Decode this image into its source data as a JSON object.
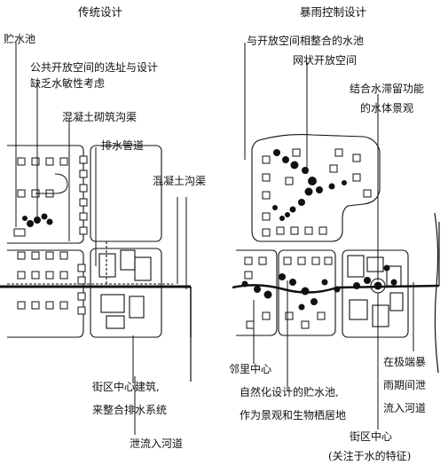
{
  "titles": {
    "left": "传统设计",
    "right": "暴雨控制设计"
  },
  "left_labels": {
    "retention_pond": "贮水池",
    "public_space_line1": "公共开放空间的选址与设计",
    "public_space_line2": "缺乏水敏性考虑",
    "masonry_channel": "混凝土砌筑沟渠",
    "drain_pipe": "排水管道",
    "concrete_channel": "混凝土沟渠",
    "district_center_line1": "街区中心建筑,",
    "district_center_line2": "来整合排水系统",
    "discharge_river": "泄流入河道"
  },
  "right_labels": {
    "integrated_pond": "与开放空间相整合的水池",
    "network_space": "网状开放空间",
    "detention_line1": "结合水滞留功能",
    "detention_line2": "的水体景观",
    "neighborhood_center": "邻里中心",
    "natural_pond_line1": "自然化设计的贮水池,",
    "natural_pond_line2": "作为景观和生物栖居地",
    "district_center": "街区中心",
    "water_feature_note": "(关注于水的特征)",
    "extreme_storm_line1": "在极端暴",
    "extreme_storm_line2": "雨期间泄",
    "extreme_storm_line3": "流入河道"
  },
  "colors": {
    "ink": "#111111",
    "background": "#ffffff"
  }
}
